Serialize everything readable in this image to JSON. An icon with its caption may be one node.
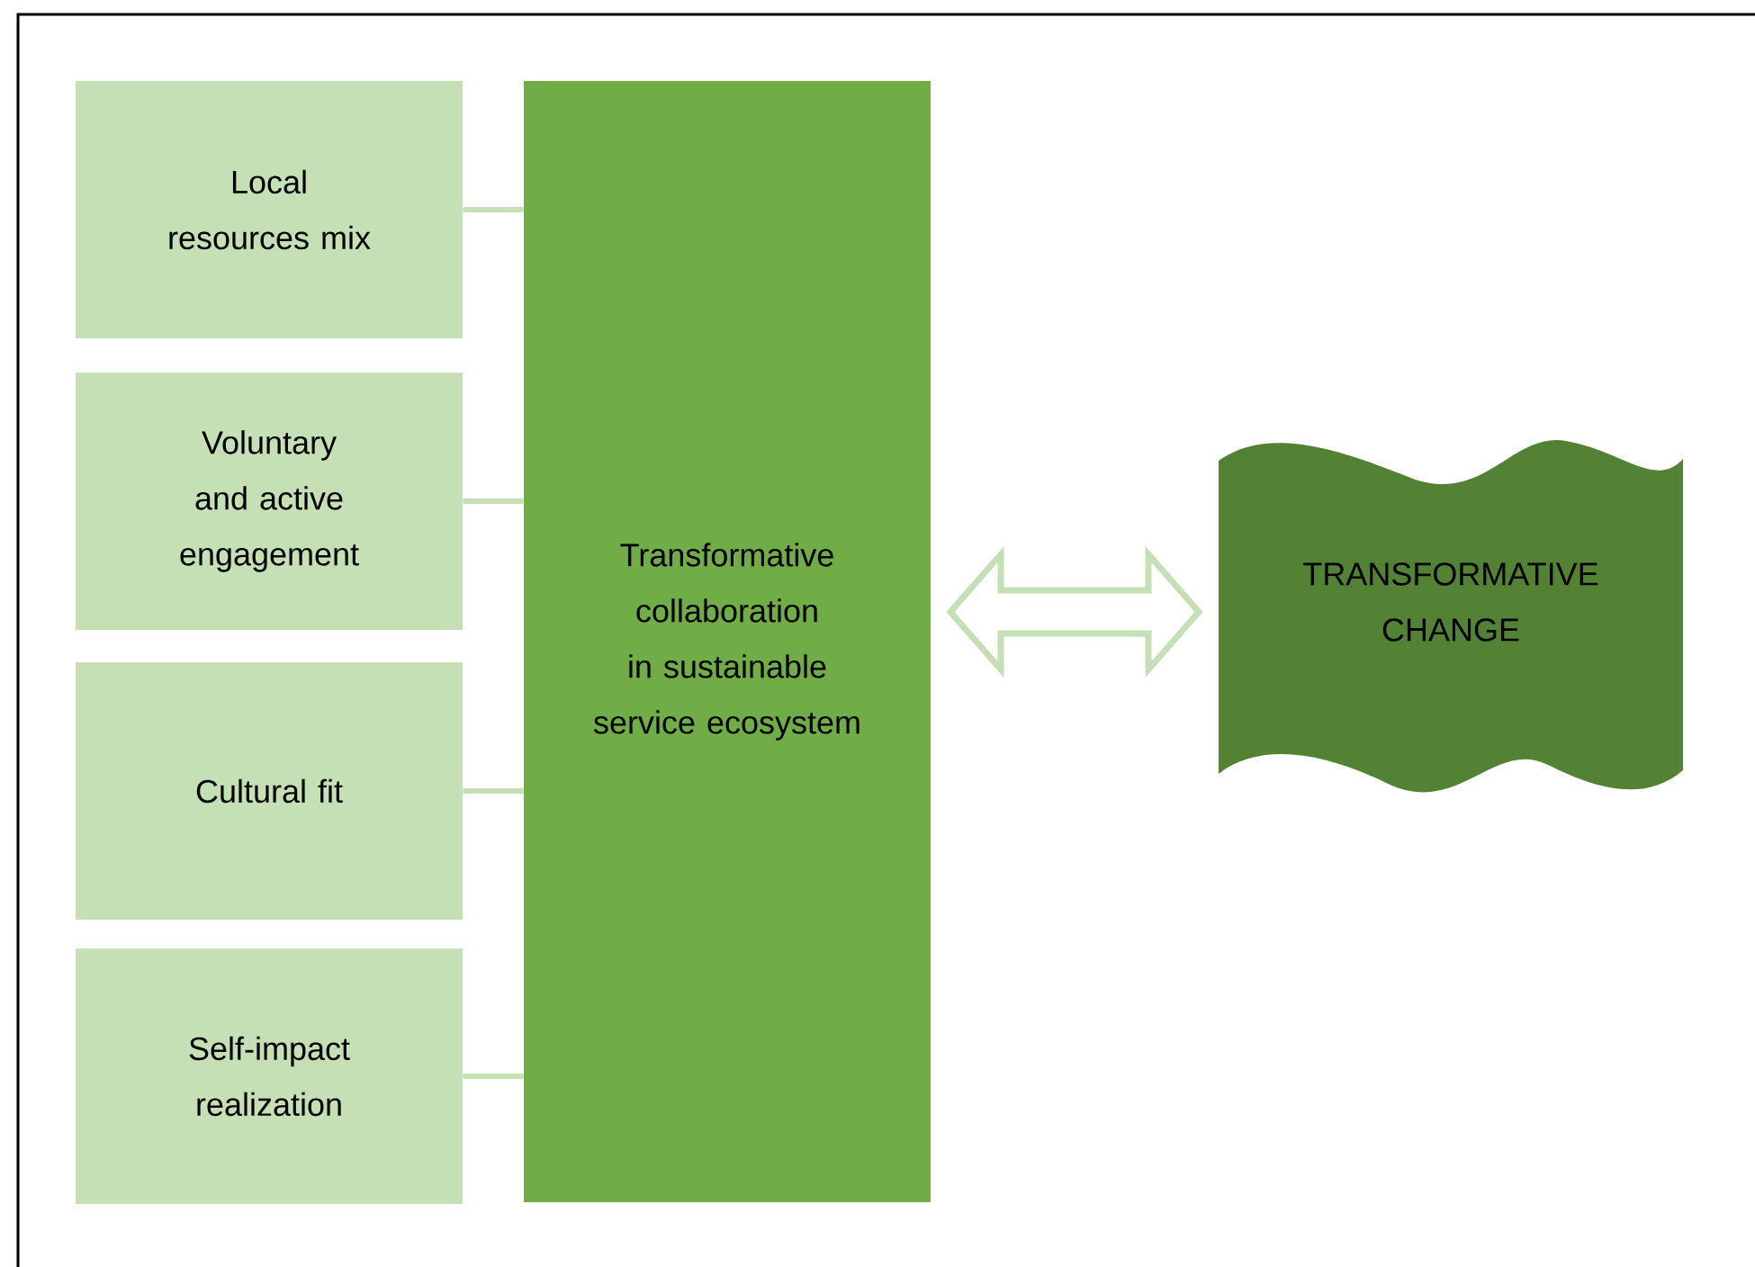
{
  "diagram": {
    "nodes": [
      {
        "text": [
          "Local resources mix"
        ]
      },
      {
        "text": [
          "Voluntary and active engagement"
        ]
      },
      {
        "text": [
          "Cultural fit"
        ]
      },
      {
        "text": [
          "Self-impact realization"
        ]
      },
      {
        "text": [
          "Transformative collaboration in sustainable service ecosystem"
        ]
      },
      {
        "text": [
          "TRANSFORMATIVE CHANGE"
        ]
      }
    ],
    "edges": [
      {
        "from": 0,
        "to": 4,
        "arrow": "none"
      },
      {
        "from": 1,
        "to": 4,
        "arrow": "none"
      },
      {
        "from": 2,
        "to": 4,
        "arrow": "none"
      },
      {
        "from": 3,
        "to": 4,
        "arrow": "none"
      },
      {
        "from": 4,
        "to": 5,
        "arrow": "both",
        "style": "thick"
      }
    ]
  }
}
